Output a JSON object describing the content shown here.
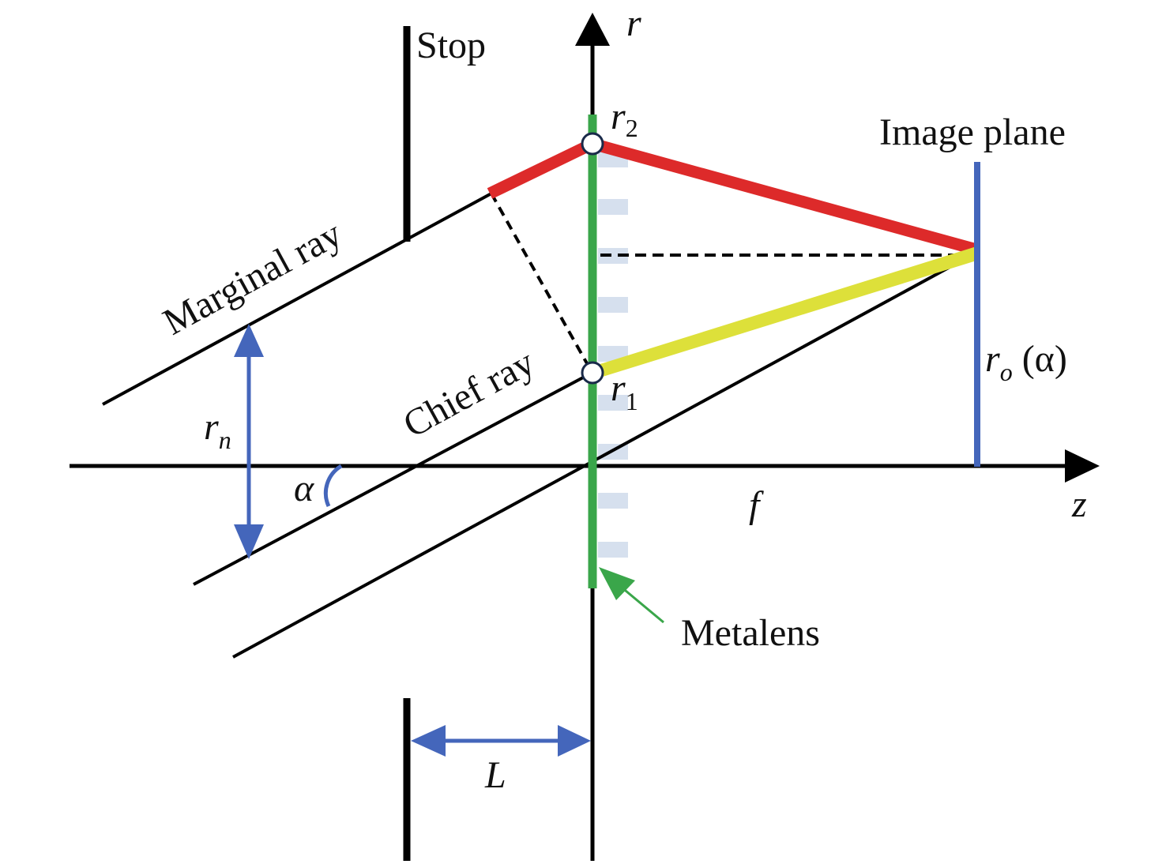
{
  "labels": {
    "stop": "Stop",
    "r_axis": "r",
    "z_axis": "z",
    "r2_main": "r",
    "r2_sub": "2",
    "r1_main": "r",
    "r1_sub": "1",
    "rn_main": "r",
    "rn_sub": "n",
    "ro_main": "r",
    "ro_sub": "o",
    "ro_arg": " (α)",
    "image_plane": "Image plane",
    "marginal_ray": "Marginal ray",
    "chief_ray": "Chief ray",
    "alpha": "α",
    "focal_length": "f",
    "metalens": "Metalens",
    "stop_distance": "L"
  },
  "colors": {
    "marginal_focus_segment": "#dd2a2a",
    "chief_focus_segment": "#dde03a",
    "metalens": "#3aa64a",
    "dimension_arrows": "#4466bb",
    "image_plane": "#4466bb",
    "phase_dashes": "#d6e0ee"
  }
}
